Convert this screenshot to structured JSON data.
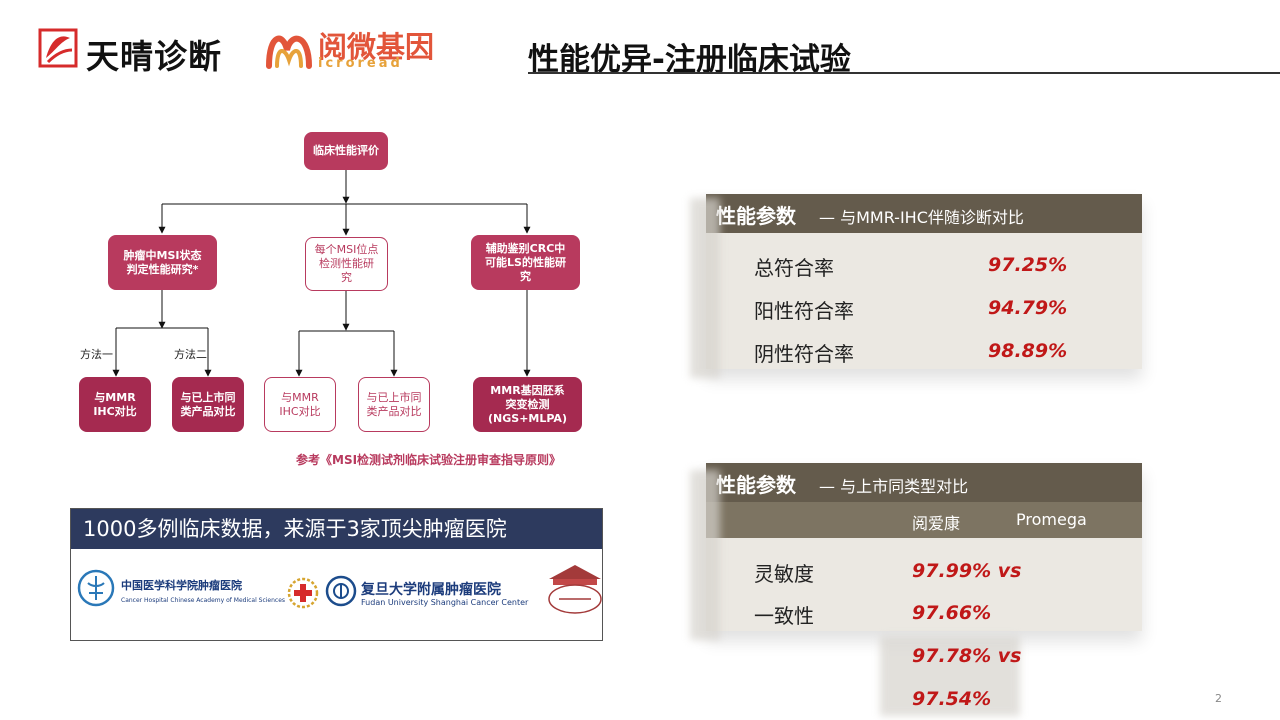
{
  "header": {
    "brand1": "天晴诊断",
    "brand2": "阅微基因",
    "brand2_sub": "icroread",
    "title": "性能优异-注册临床试验"
  },
  "diagram": {
    "root": "临床性能评价",
    "branches": [
      {
        "label": "肿瘤中MSI状态\n判定性能研究*"
      },
      {
        "label": "每个MSI位点\n检测性能研\n究"
      },
      {
        "label": "辅助鉴别CRC中\n可能LS的性能研\n究"
      }
    ],
    "leaves": [
      {
        "label": "与MMR\nIHC对比"
      },
      {
        "label": "与已上市同\n类产品对比"
      },
      {
        "label": "与MMR\nIHC对比"
      },
      {
        "label": "与已上市同\n类产品对比"
      },
      {
        "label": "MMR基因胚系\n突变检测\n(NGS+MLPA)"
      }
    ],
    "methods": [
      "方法一",
      "方法二"
    ],
    "reference": "参考《MSI检测试剂临床试验注册审查指导原则》"
  },
  "clinical": {
    "headline": "1000多例临床数据，来源于3家顶尖肿瘤医院",
    "hospitals": [
      {
        "name": "中国医学科学院肿瘤医院",
        "sub": "Cancer Hospital Chinese Academy of Medical Sciences"
      },
      {
        "name": "复旦大学附属肿瘤医院",
        "sub": "Fudan University Shanghai Cancer Center"
      }
    ]
  },
  "table1": {
    "head_bold": "性能参数",
    "head_rest": "— 与MMR-IHC伴随诊断对比",
    "rows": [
      {
        "label": "总符合率",
        "value": "97.25%"
      },
      {
        "label": "阳性符合率",
        "value": "94.79%"
      },
      {
        "label": "阴性符合率",
        "value": "98.89%"
      }
    ]
  },
  "table2": {
    "head_bold": "性能参数",
    "head_rest": "— 与上市同类型对比",
    "columns": [
      "阅爱康",
      "Promega"
    ],
    "rows": [
      {
        "label": "灵敏度",
        "value": "97.99% vs"
      },
      {
        "label": "一致性",
        "value": "97.66%"
      }
    ],
    "overflow": [
      "97.78% vs",
      "97.54%"
    ]
  },
  "page_number": "2"
}
